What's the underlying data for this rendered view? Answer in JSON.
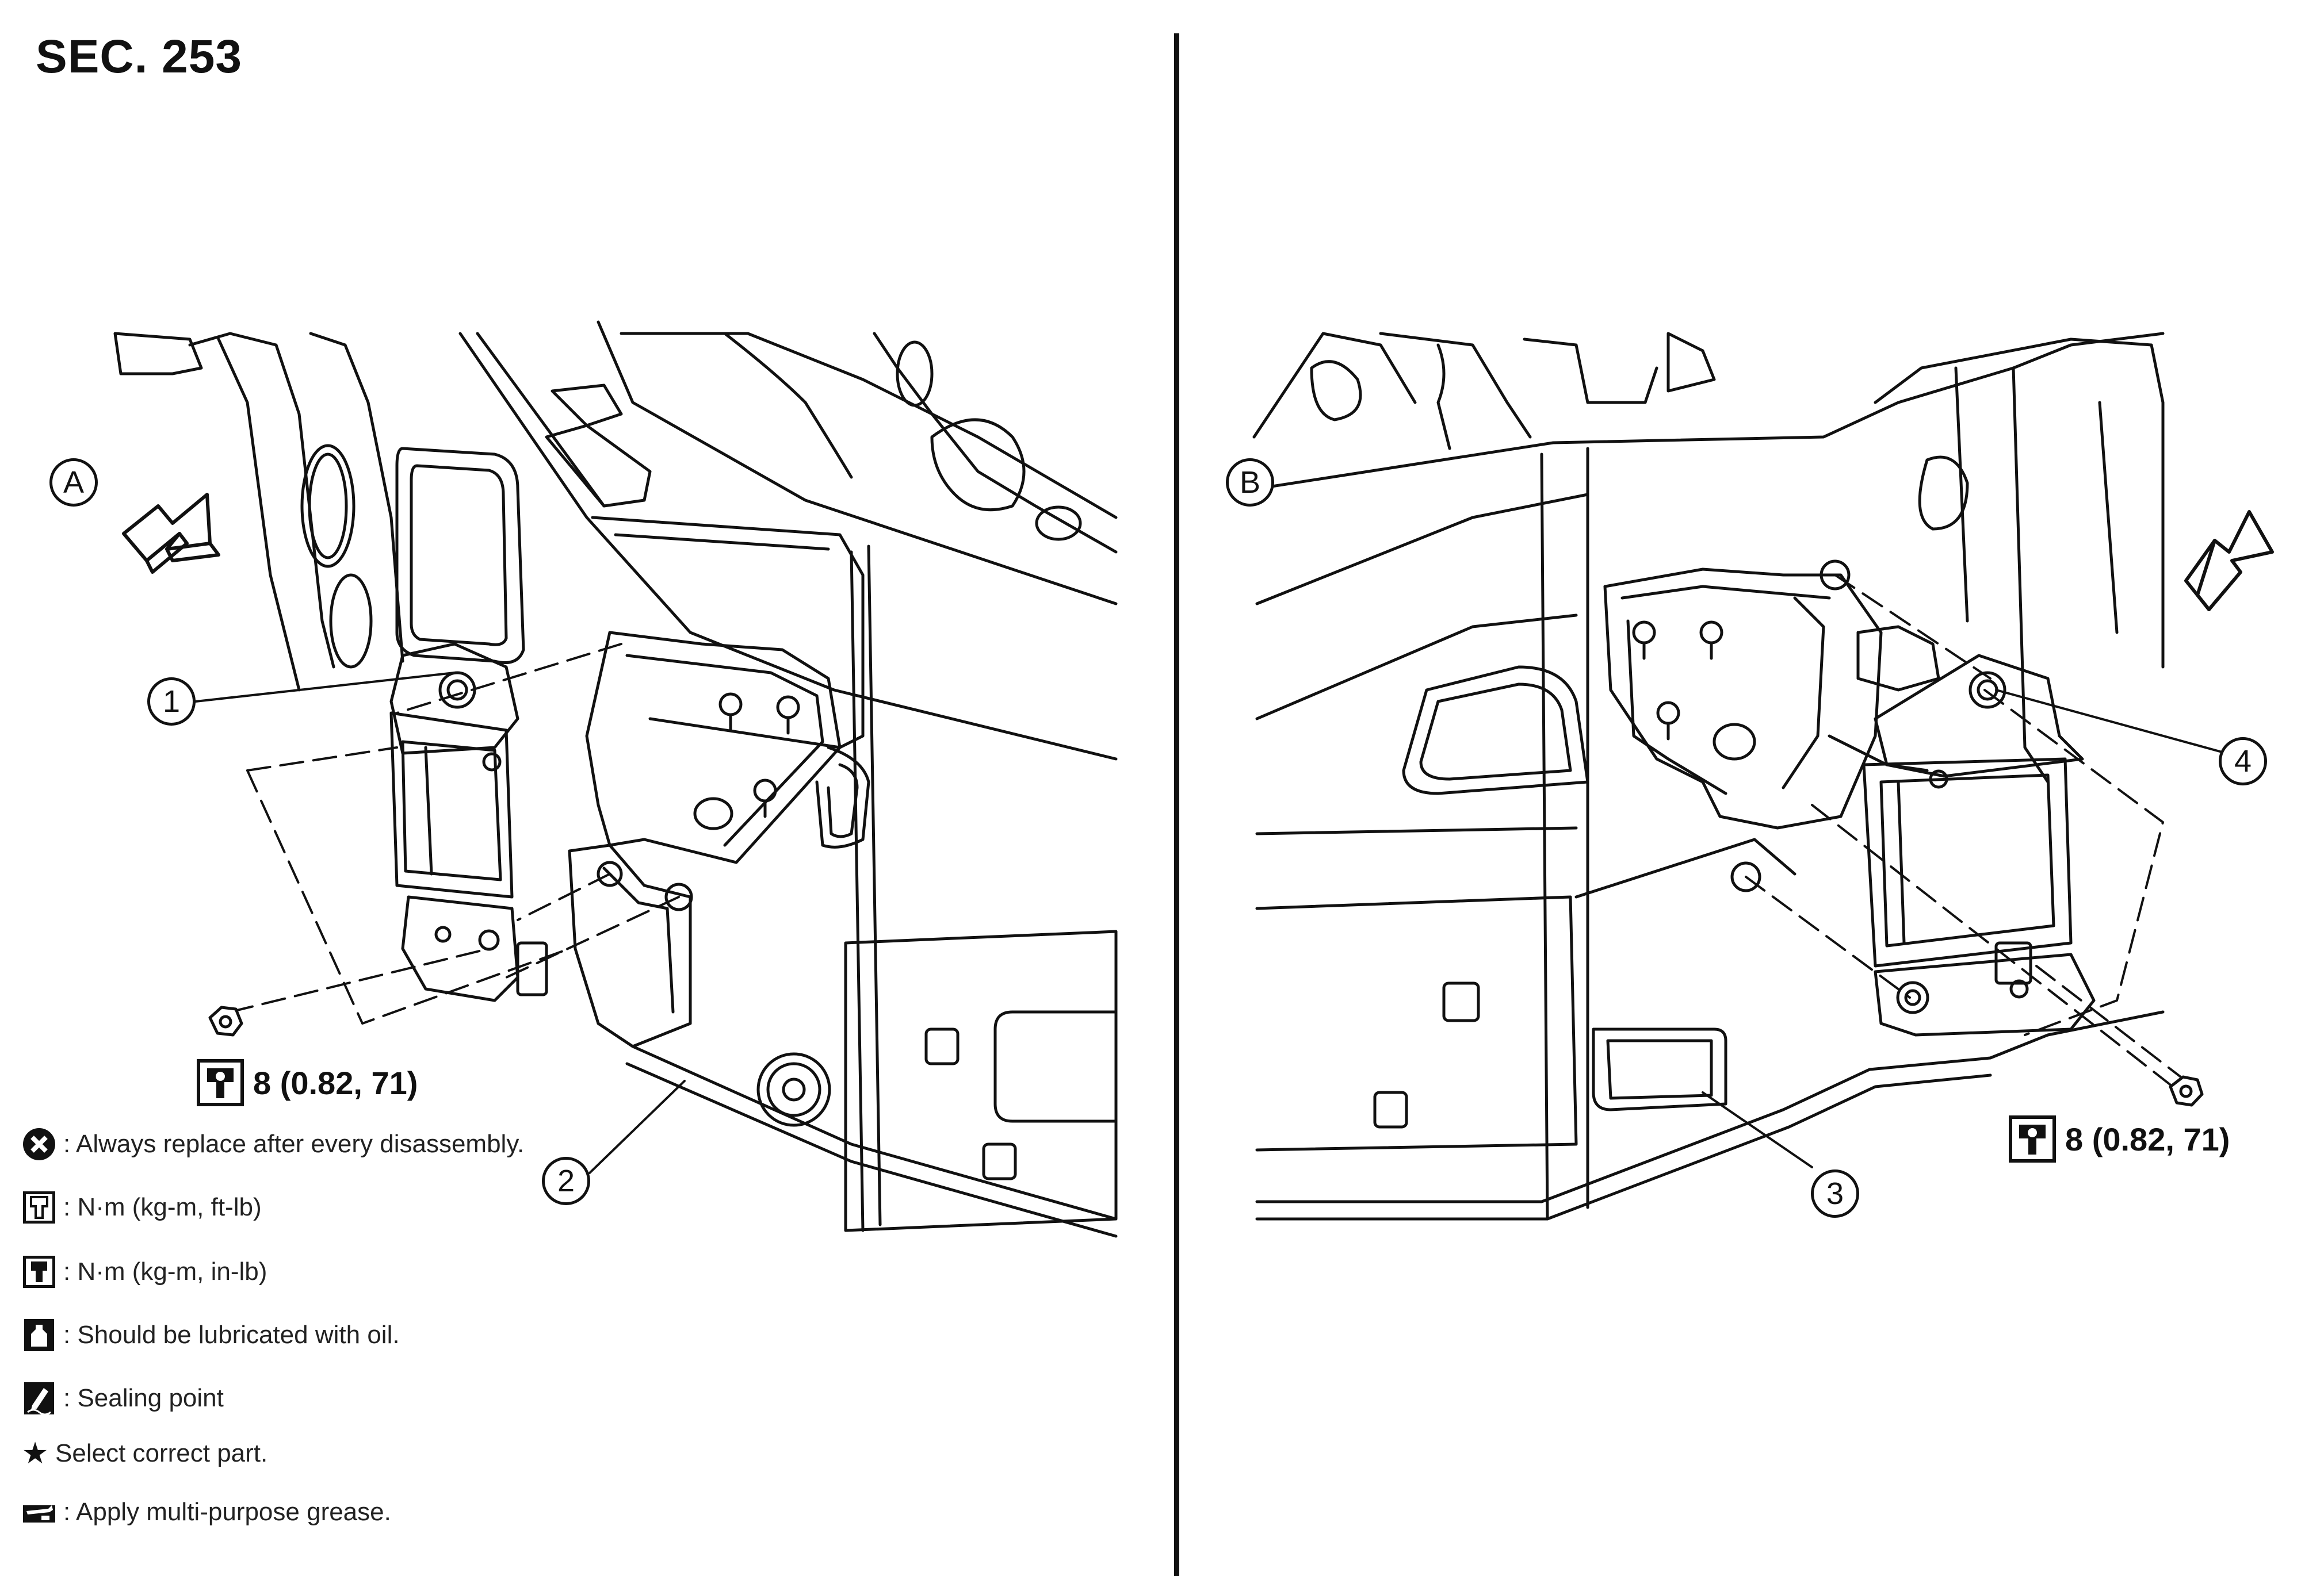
{
  "section": "SEC. 253",
  "views": {
    "left": {
      "label": "A"
    },
    "right": {
      "label": "B"
    }
  },
  "callouts": [
    "1",
    "2",
    "3",
    "4"
  ],
  "torque": {
    "left": "8 (0.82, 71)",
    "right": "8 (0.82, 71)"
  },
  "legend": [
    {
      "icon": "replace-icon",
      "text": ": Always replace after every disassembly."
    },
    {
      "icon": "torque-ftlb-icon",
      "text": ": N·m (kg-m, ft-lb)"
    },
    {
      "icon": "torque-inlb-icon",
      "text": ": N·m (kg-m, in-lb)"
    },
    {
      "icon": "oil-icon",
      "text": ": Should be lubricated with oil."
    },
    {
      "icon": "sealing-icon",
      "text": ": Sealing point"
    },
    {
      "icon": "star-icon",
      "text": "Select correct part."
    },
    {
      "icon": "grease-icon",
      "text": ": Apply multi-purpose grease."
    }
  ]
}
